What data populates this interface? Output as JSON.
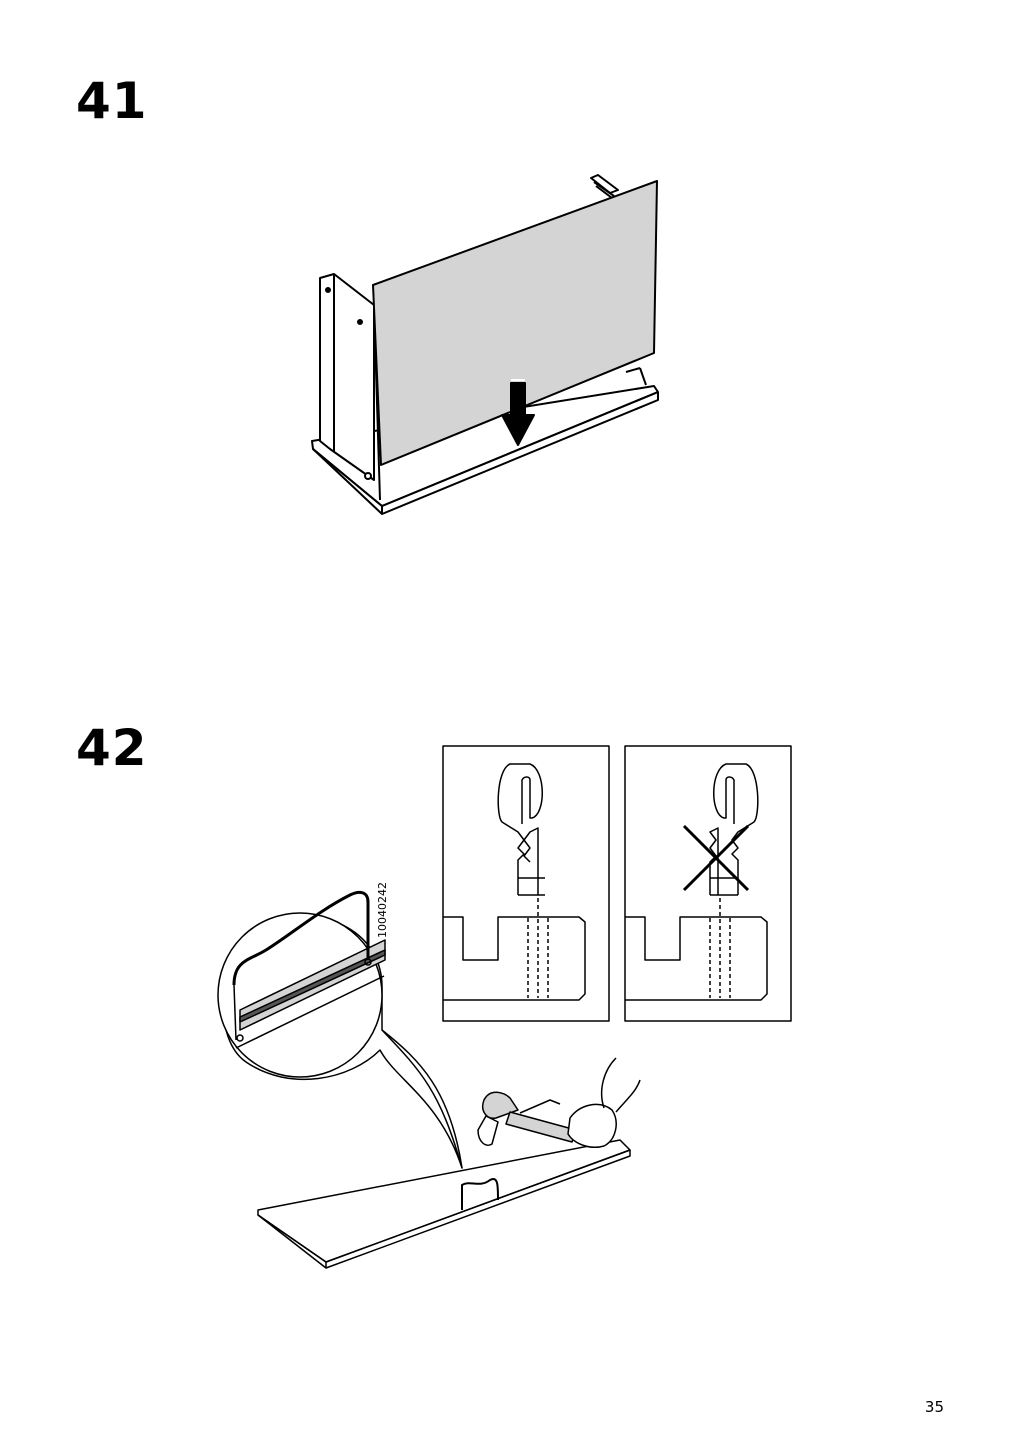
{
  "steps": {
    "step_41": {
      "number": "41"
    },
    "step_42": {
      "number": "42"
    }
  },
  "part": {
    "code": "10040242"
  },
  "page": {
    "number": "35"
  },
  "colors": {
    "panel_fill": "#d4d4d4",
    "line": "#000000",
    "background": "#ffffff",
    "dark_strip": "#555555"
  }
}
